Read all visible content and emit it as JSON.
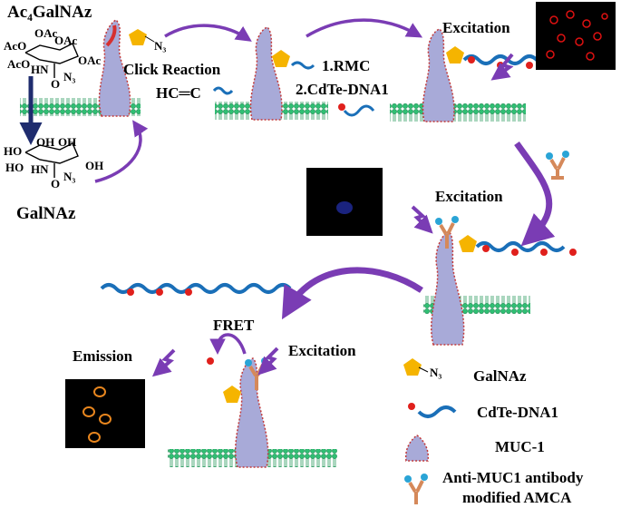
{
  "labels": {
    "ac4galnaz": "Ac₄GalNAz",
    "galnaz": "GalNAz",
    "n3_top": "N₃",
    "click_reaction": "Click Reaction",
    "alkyne": "HC═C",
    "step1": "1.RMC",
    "step2": "2.CdTe-DNA1",
    "excitation": "Excitation",
    "fret": "FRET",
    "emission": "Emission"
  },
  "molecule_top": {
    "oac1": "OAc",
    "oac2": "OAc",
    "ac_o": "AcO",
    "ac_o2": "AcO",
    "hn": "HN",
    "n3": "N₃",
    "oac3": "OAc",
    "o": "O"
  },
  "molecule_bottom": {
    "oh1": "OH",
    "oh2": "OH",
    "ho1": "HO",
    "ho2": "HO",
    "hn": "HN",
    "n3": "N₃",
    "oh3": "OH",
    "o": "O"
  },
  "legend": [
    {
      "label": "GalNAz",
      "tag": "N₃"
    },
    {
      "label": "CdTe-DNA1"
    },
    {
      "label": "MUC-1"
    },
    {
      "label": "Anti-MUC1 antibody",
      "label2": "modified AMCA"
    }
  ],
  "colors": {
    "arrow": "#7a3cb4",
    "membrane": "#2fbf73",
    "galnaz": "#f5b400",
    "dna": "#1a6fb8",
    "qd": "#e0201c",
    "antibody": "#d5895a",
    "amca": "#2aa4d6"
  }
}
